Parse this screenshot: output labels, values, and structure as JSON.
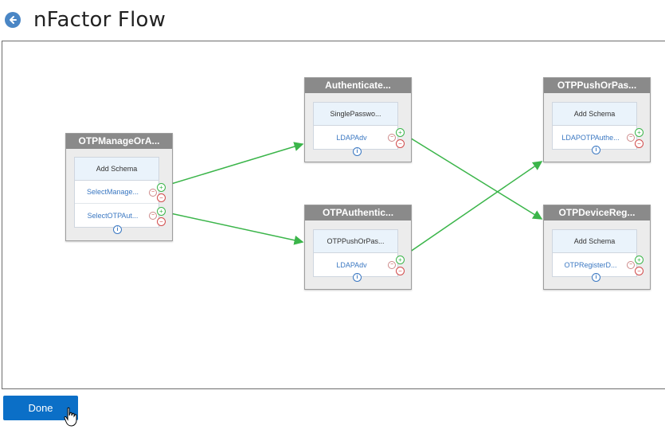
{
  "header": {
    "title": "nFactor Flow"
  },
  "nodes": {
    "n1": {
      "title": "OTPManageOrA...",
      "schema": "Add Schema",
      "factors": [
        "SelectManage...",
        "SelectOTPAut..."
      ]
    },
    "n2": {
      "title": "Authenticate...",
      "schema": "SinglePasswo...",
      "factors": [
        "LDAPAdv"
      ]
    },
    "n3": {
      "title": "OTPAuthentic...",
      "schema": "OTPPushOrPas...",
      "factors": [
        "LDAPAdv"
      ]
    },
    "n4": {
      "title": "OTPPushOrPas...",
      "schema": "Add Schema",
      "factors": [
        "LDAPOTPAuthe..."
      ]
    },
    "n5": {
      "title": "OTPDeviceReg...",
      "schema": "Add Schema",
      "factors": [
        "OTPRegisterD..."
      ]
    }
  },
  "footer": {
    "done_label": "Done"
  },
  "colors": {
    "accent": "#0b6fc7",
    "connector": "#3bb54a",
    "node_header": "#8a8a8a"
  },
  "icons": {
    "back": "arrow-left-circle-icon",
    "cursor": "hand-pointer-icon"
  }
}
